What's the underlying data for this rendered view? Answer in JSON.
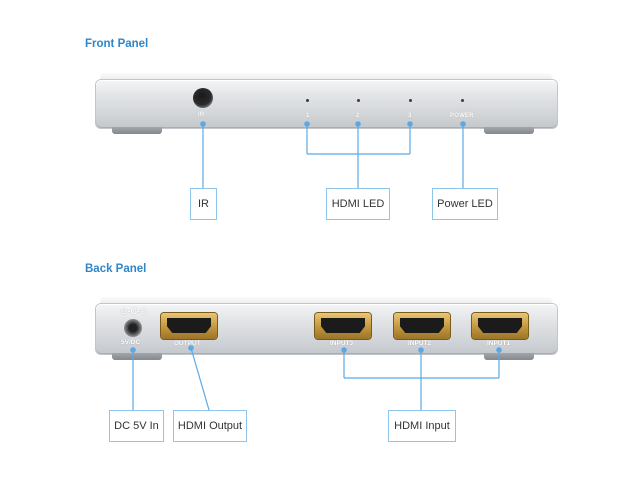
{
  "front_panel": {
    "title": "Front Panel",
    "ir_label": "IR",
    "led_labels": [
      "1",
      "2",
      "3"
    ],
    "power_label": "POWER",
    "callouts": {
      "ir": "IR",
      "hdmi_led": "HDMI LED",
      "power_led": "Power LED"
    }
  },
  "back_panel": {
    "title": "Back Panel",
    "power_symbol": "⊖-C-⊕",
    "dc_label": "5V/DC",
    "port_labels": {
      "output": "OUTPUT",
      "input3": "INPUT3",
      "input2": "INPUT2",
      "input1": "INPUT1"
    },
    "callouts": {
      "dc": "DC 5V In",
      "hdmi_output": "HDMI Output",
      "hdmi_input": "HDMI Input"
    }
  },
  "colors": {
    "accent": "#2f86c9",
    "line": "#5aa9e6",
    "callout_border": "#8ec6ee"
  }
}
